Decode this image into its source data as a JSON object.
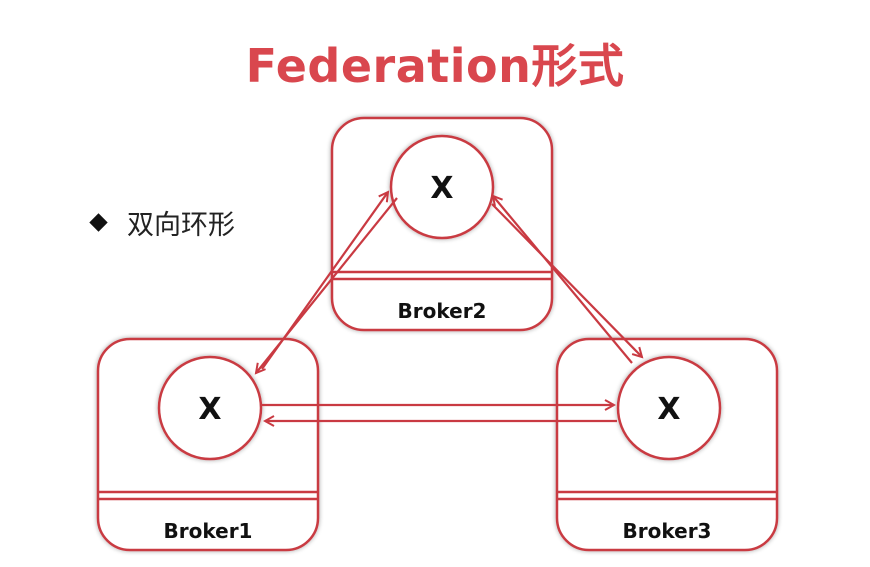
{
  "title": "Federation形式",
  "bullet_text": "双向环形",
  "colors": {
    "accent": "#d9474e",
    "stroke": "#c93a42",
    "text": "#111111"
  },
  "brokers": [
    {
      "name": "Broker1",
      "node_label": "X"
    },
    {
      "name": "Broker2",
      "node_label": "X"
    },
    {
      "name": "Broker3",
      "node_label": "X"
    }
  ]
}
